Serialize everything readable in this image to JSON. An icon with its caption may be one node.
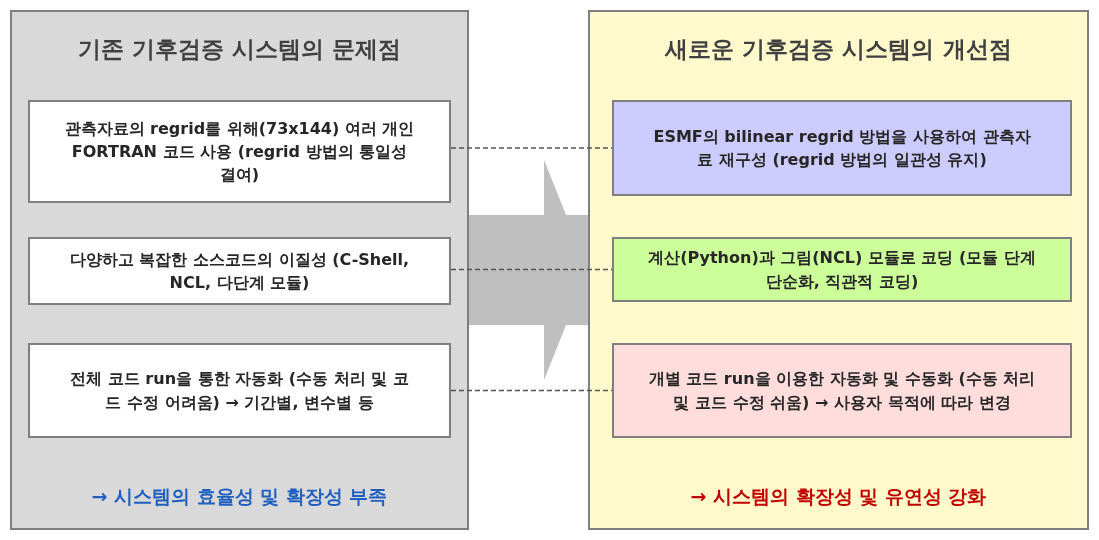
{
  "diagram": {
    "nodes": [
      {
        "text": [
          "기존 기후검증 시스템의 문제점",
          "→ 시스템의 효율성 및 확장성 부족"
        ]
      },
      {
        "text": [
          "관측자료의 regrid를 위해(73x144) 여러 개인 FORTRAN 코드 사용 (regrid 방법의 통일성 결여)"
        ],
        "in": 0
      },
      {
        "text": [
          "다양하고 복잡한 소스코드의 이질성 (C-Shell, NCL, 다단계 모듈)"
        ],
        "in": 0
      },
      {
        "text": [
          "전체 코드 run을 통한 자동화 (수동 처리 및 코드 수정 어려움) → 기간별, 변수별 등"
        ],
        "in": 0
      },
      {
        "text": [
          "새로운 기후검증 시스템의 개선점",
          "→ 시스템의 확장성 및 유연성 강화"
        ]
      },
      {
        "text": [
          "ESMF의 bilinear regrid 방법을 사용하여 관측자료 재구성 (regrid 방법의 일관성 유지)"
        ],
        "in": 4
      },
      {
        "text": [
          "계산(Python)과 그림(NCL) 모듈로 코딩 (모듈 단계 단순화, 직관적 코딩)"
        ],
        "in": 4
      },
      {
        "text": [
          "개별 코드 run을 이용한 자동화 및 수동화 (수동 처리 및 코드 수정 쉬움) → 사용자 목적에 따라 변경"
        ],
        "in": 4
      }
    ],
    "edges": [
      {
        "from": 1,
        "to": 5,
        "arrow": "none",
        "style": "dashed"
      },
      {
        "from": 2,
        "to": 6,
        "arrow": "none",
        "style": "dashed"
      },
      {
        "from": 3,
        "to": 7,
        "arrow": "none",
        "style": "dashed"
      },
      {
        "from": 0,
        "to": 4,
        "arrow": "to",
        "style": "thick",
        "color": "#bfbfbf"
      }
    ]
  }
}
